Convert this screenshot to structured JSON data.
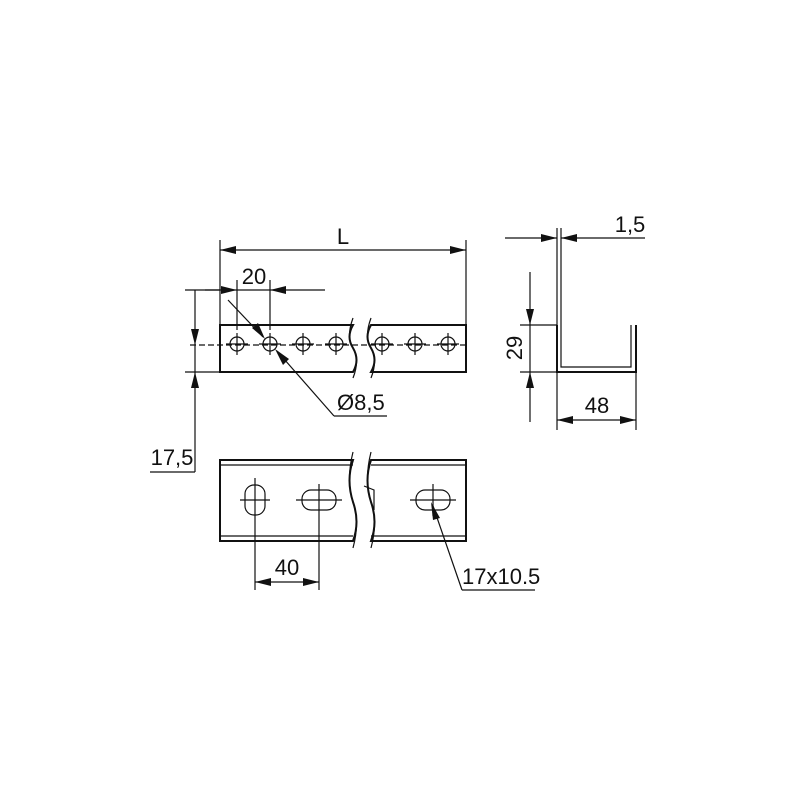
{
  "dimensions": {
    "length": "L",
    "hole_spacing": "20",
    "hole_diameter": "Ø8,5",
    "edge_offset": "17,5",
    "thickness": "1,5",
    "height": "29",
    "width": "48",
    "slot_spacing": "40",
    "slot_size": "17x10.5"
  },
  "colors": {
    "line": "#111111",
    "background": "#ffffff"
  }
}
